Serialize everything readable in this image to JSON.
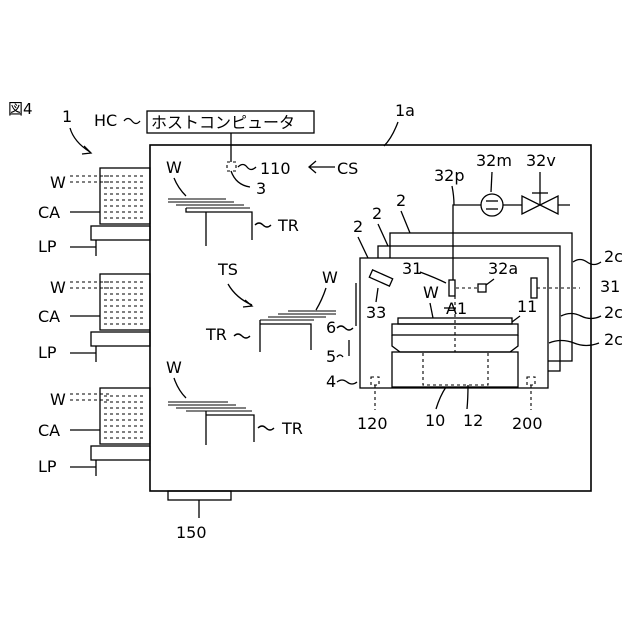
{
  "figure": {
    "fig_label": "図4",
    "host_computer_name": "ホストコンピュータ",
    "labels": {
      "system": "1",
      "host": "HC",
      "apparatus": "1a",
      "controller": "110",
      "control_system": "CS",
      "sensor_3": "3",
      "wafer_top": "W",
      "tr_top": "TR",
      "transfer_system": "TS",
      "wafer_mid": "W",
      "tr_mid": "TR",
      "wafer_bot": "W",
      "tr_bot": "TR",
      "chamber_2a": "2",
      "chamber_2b": "2",
      "chamber_2c": "2",
      "label_6": "6",
      "label_5": "5",
      "label_4": "4",
      "label_33": "33",
      "label_31_left": "31",
      "wafer_chamber": "W",
      "label_32p": "32p",
      "label_32m": "32m",
      "label_32v": "32v",
      "label_32a": "32a",
      "label_A1": "A1",
      "label_11": "11",
      "label_31_right": "31",
      "label_2c_1": "2c",
      "label_2c_2": "2c",
      "label_2c_3": "2c",
      "label_10": "10",
      "label_12": "12",
      "label_120": "120",
      "label_200": "200",
      "label_150": "150",
      "ca1_w": "W",
      "ca1_ca": "CA",
      "ca1_lp": "LP",
      "ca2_w": "W",
      "ca2_ca": "CA",
      "ca2_lp": "LP",
      "ca3_w": "W",
      "ca3_ca": "CA",
      "ca3_lp": "LP"
    }
  }
}
